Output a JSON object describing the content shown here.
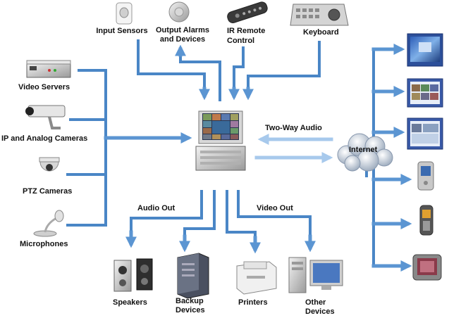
{
  "inputs": {
    "input_sensors": "Input Sensors",
    "output_alarms_1": "Output Alarms",
    "output_alarms_2": "and Devices",
    "ir_remote_1": "IR Remote",
    "ir_remote_2": "Control",
    "keyboard": "Keyboard"
  },
  "sources": {
    "video_servers": "Video Servers",
    "ip_cameras": "IP and Analog Cameras",
    "ptz_cameras": "PTZ Cameras",
    "microphones": "Microphones"
  },
  "network": {
    "two_way_audio": "Two-Way Audio",
    "internet": "Internet"
  },
  "outputs": {
    "audio_out": "Audio Out",
    "video_out": "Video Out",
    "speakers": "Speakers",
    "backup_1": "Backup",
    "backup_2": "Devices",
    "printers": "Printers",
    "other_1": "Other",
    "other_2": "Devices"
  },
  "colors": {
    "arrow": "#4a86c6",
    "arrow_light": "#9cc4ea"
  }
}
